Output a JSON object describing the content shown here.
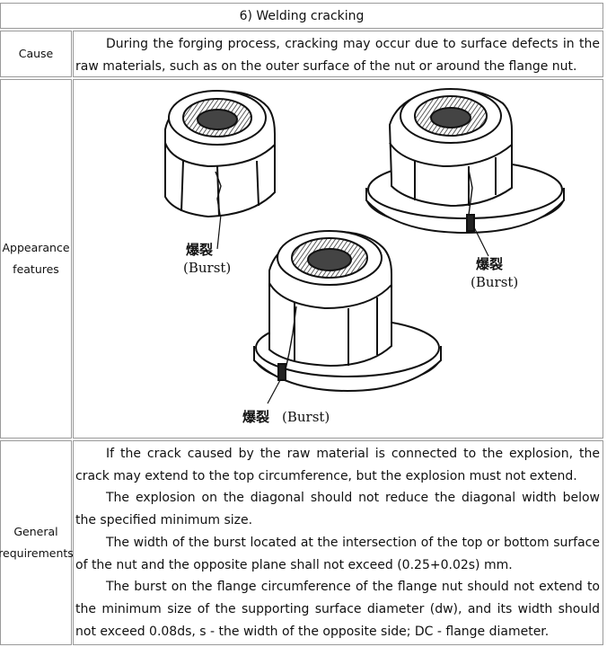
{
  "title": "6) Welding cracking",
  "rows": {
    "cause": {
      "label": "Cause",
      "text": "During the forging process, cracking may occur due to surface defects in the raw materials, such as on the outer surface of the nut or around the flange nut."
    },
    "appearance": {
      "label_line1": "Appearance",
      "label_line2": "features",
      "figure": {
        "callout_cn": "爆裂",
        "callout_en": "(Burst)"
      }
    },
    "general": {
      "label_line1": "General",
      "label_line2": "requirements",
      "paragraphs": [
        "If the crack caused by the raw material is connected to the explosion, the crack may extend to the top circumference, but the explosion must not extend.",
        "The explosion on the diagonal should not reduce the diagonal width below the specified minimum size.",
        "The width of the burst located at the intersection of the top or bottom surface of the nut and the opposite plane shall not exceed (0.25+0.02s) mm.",
        "The burst on the flange circumference of the flange nut should not extend to the minimum size of the supporting surface diameter (dw), and its width should not exceed 0.08ds, s - the width of the opposite side; DC - flange diameter."
      ]
    }
  }
}
